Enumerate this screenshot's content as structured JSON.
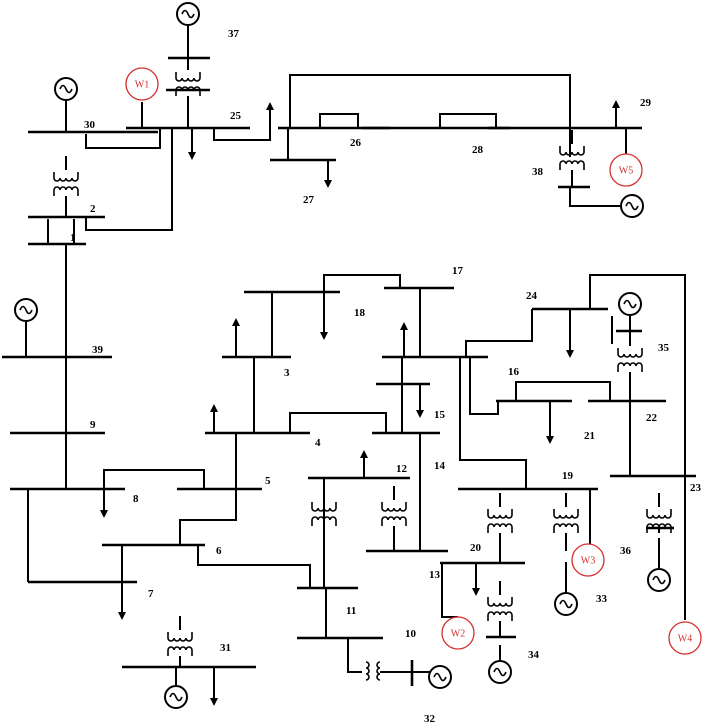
{
  "buses": [
    {
      "id": "b1",
      "label": "1"
    },
    {
      "id": "b2",
      "label": "2"
    },
    {
      "id": "b3",
      "label": "3"
    },
    {
      "id": "b4",
      "label": "4"
    },
    {
      "id": "b5",
      "label": "5"
    },
    {
      "id": "b6",
      "label": "6"
    },
    {
      "id": "b7",
      "label": "7"
    },
    {
      "id": "b8",
      "label": "8"
    },
    {
      "id": "b9",
      "label": "9"
    },
    {
      "id": "b10",
      "label": "10"
    },
    {
      "id": "b11",
      "label": "11"
    },
    {
      "id": "b12",
      "label": "12"
    },
    {
      "id": "b13",
      "label": "13"
    },
    {
      "id": "b14",
      "label": "14"
    },
    {
      "id": "b15",
      "label": "15"
    },
    {
      "id": "b16",
      "label": "16"
    },
    {
      "id": "b17",
      "label": "17"
    },
    {
      "id": "b18",
      "label": "18"
    },
    {
      "id": "b19",
      "label": "19"
    },
    {
      "id": "b20",
      "label": "20"
    },
    {
      "id": "b21",
      "label": "21"
    },
    {
      "id": "b22",
      "label": "22"
    },
    {
      "id": "b23",
      "label": "23"
    },
    {
      "id": "b24",
      "label": "24"
    },
    {
      "id": "b25",
      "label": "25"
    },
    {
      "id": "b26",
      "label": "26"
    },
    {
      "id": "b27",
      "label": "27"
    },
    {
      "id": "b28",
      "label": "28"
    },
    {
      "id": "b29",
      "label": "29"
    },
    {
      "id": "b30",
      "label": "30"
    },
    {
      "id": "b31",
      "label": "31"
    },
    {
      "id": "b32",
      "label": "32"
    },
    {
      "id": "b33",
      "label": "33"
    },
    {
      "id": "b34",
      "label": "34"
    },
    {
      "id": "b35",
      "label": "35"
    },
    {
      "id": "b36",
      "label": "36"
    },
    {
      "id": "b37",
      "label": "37"
    },
    {
      "id": "b38",
      "label": "38"
    },
    {
      "id": "b39",
      "label": "39"
    }
  ],
  "wind_farms": [
    {
      "id": "w1",
      "label": "W1"
    },
    {
      "id": "w2",
      "label": "W2"
    },
    {
      "id": "w3",
      "label": "W3"
    },
    {
      "id": "w4",
      "label": "W4"
    },
    {
      "id": "w5",
      "label": "W5"
    }
  ],
  "colors": {
    "line": "#000000",
    "wind_farm": "#d32f2f",
    "background": "#ffffff"
  },
  "icons": {
    "generator": "ac-generator-icon",
    "transformer": "transformer-icon",
    "load": "load-arrow-icon"
  }
}
